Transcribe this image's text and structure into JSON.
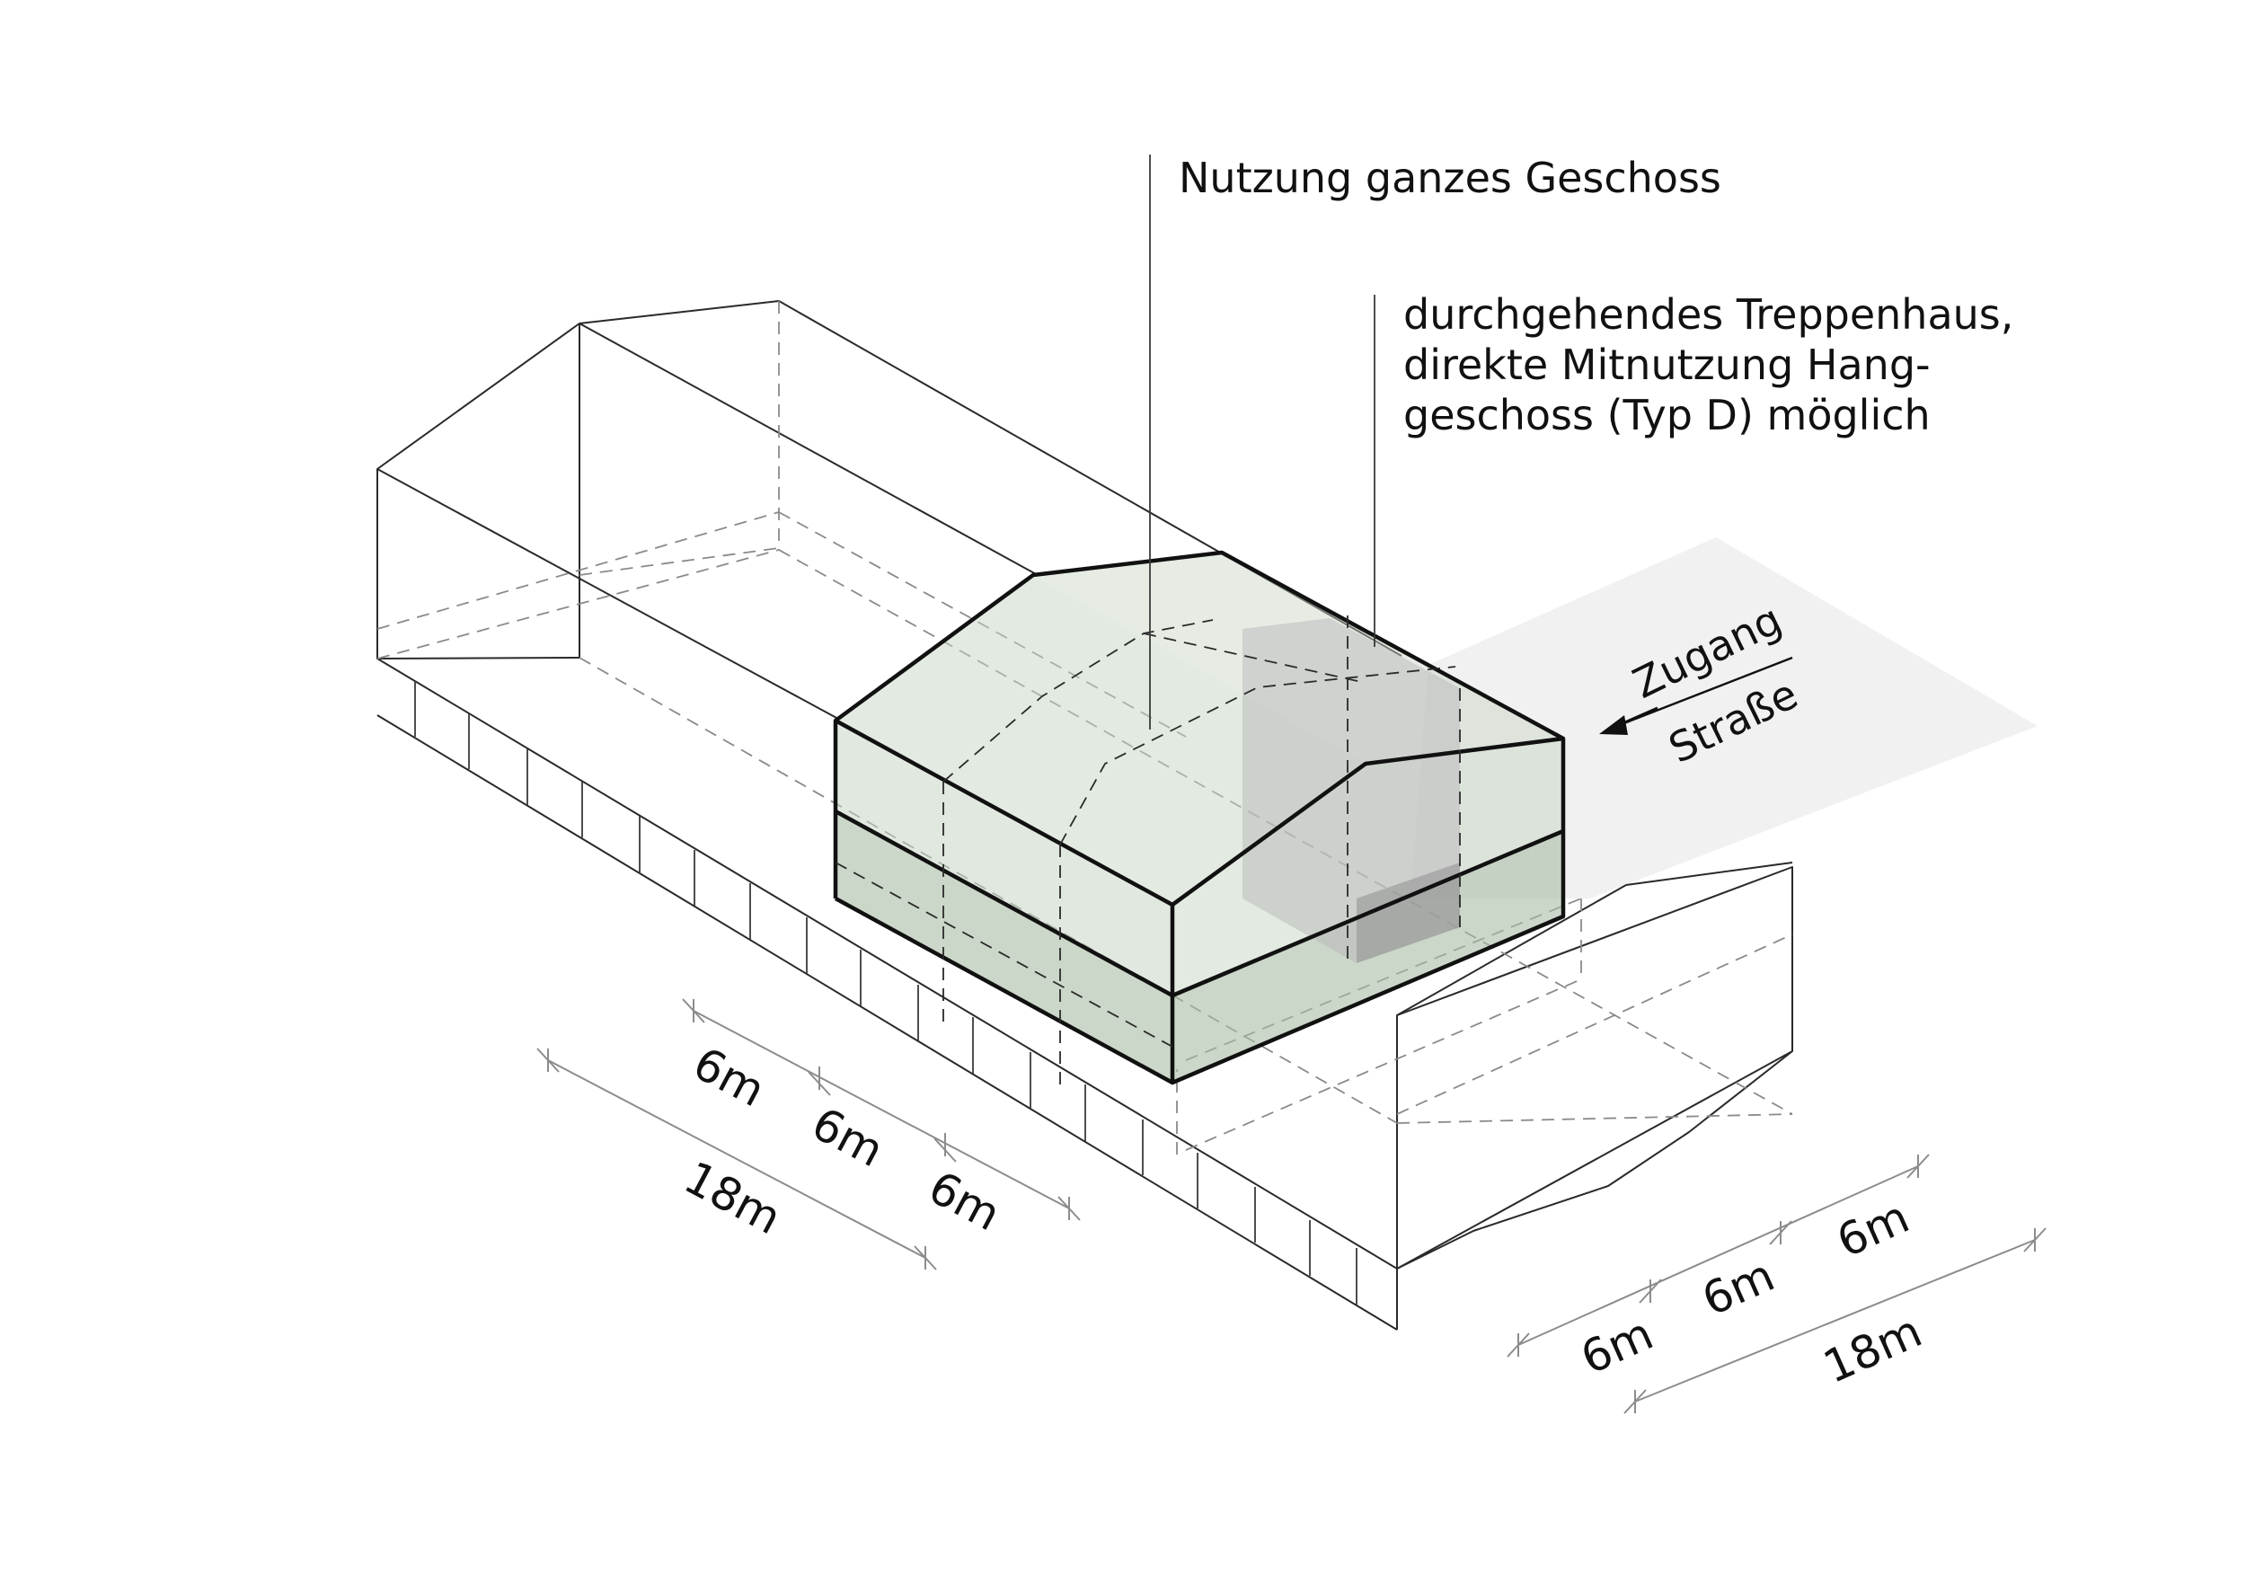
{
  "annotations": {
    "usage": "Nutzung ganzes Geschoss",
    "stair_line1": "durchgehendes Treppenhaus,",
    "stair_line2": "direkte Mitnutzung Hang-",
    "stair_line3": "geschoss (Typ D) möglich",
    "access_top": "Zugang",
    "access_bottom": "Straße"
  },
  "dimensions": {
    "left": {
      "segments": [
        "6m",
        "6m",
        "6m"
      ],
      "total": "18m"
    },
    "right": {
      "segments": [
        "6m",
        "6m",
        "6m"
      ],
      "total": "18m"
    }
  },
  "colors": {
    "highlight_fill": "#c8d5c4",
    "highlight_fill_dark": "#a9bda4",
    "stair_fill": "#b7b7b7",
    "access_zone": "#ececec",
    "line": "#2a2a2a"
  }
}
